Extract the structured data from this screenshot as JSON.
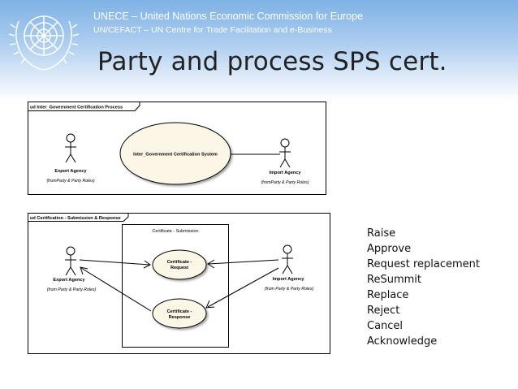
{
  "header": {
    "org_line1": "UNECE – United Nations Economic Commission for Europe",
    "org_line2": "UN/CEFACT – UN Centre for Trade Facilitation and e-Business",
    "title": "Party and process SPS cert."
  },
  "logo": {
    "icon": "un-emblem-icon"
  },
  "colors": {
    "header_band": "#8fbbe8",
    "use_case_fill": "#fbf6e6",
    "frame_border": "#000000"
  },
  "diagram1": {
    "frame_label": "ud Inter_Government Certification Process",
    "use_case": "Inter_Government Certification System",
    "actor_left": {
      "name": "Export Agency",
      "from": "(fromParty & Party Roles)"
    },
    "actor_right": {
      "name": "Import Agency",
      "from": "(fromParty & Party Roles)"
    }
  },
  "diagram2": {
    "frame_label": "ud Certification - Submission & Response",
    "boundary_label": "Certificate - Submission",
    "use_case_request": [
      "Certificate -",
      "Request"
    ],
    "use_case_response": [
      "Certificate -",
      "Response"
    ],
    "actor_left": {
      "name": "Export Agency",
      "from": "(from Party & Party Roles)"
    },
    "actor_right": {
      "name": "Import Agency",
      "from": "(from Party & Party Roles)"
    }
  },
  "actions": [
    "Raise",
    "Approve",
    "Request replacement",
    "ReSummit",
    "Replace",
    "Reject",
    "Cancel",
    "Acknowledge"
  ]
}
